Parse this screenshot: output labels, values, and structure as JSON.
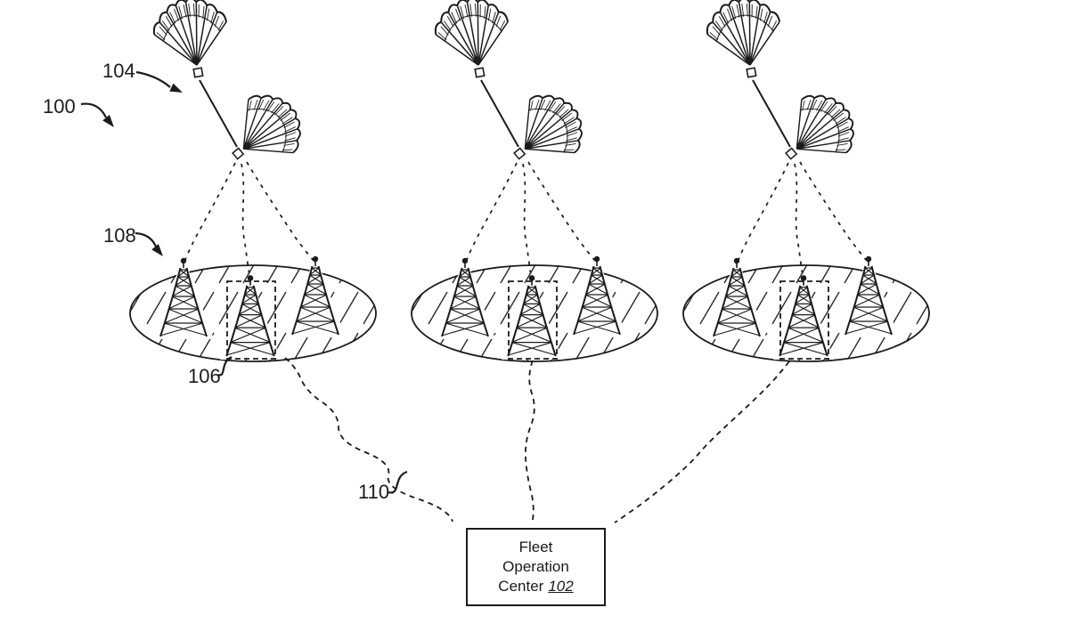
{
  "colors": {
    "background": "#ffffff",
    "ink": "#1b1b1b"
  },
  "reference_labels": {
    "system": "100",
    "airborne_platform": "104",
    "coverage_area": "108",
    "base_station": "106",
    "link": "110"
  },
  "fleet_operation_center": {
    "line1": "Fleet",
    "line2": "Operation",
    "center_prefix": "Center",
    "reference": "102"
  }
}
